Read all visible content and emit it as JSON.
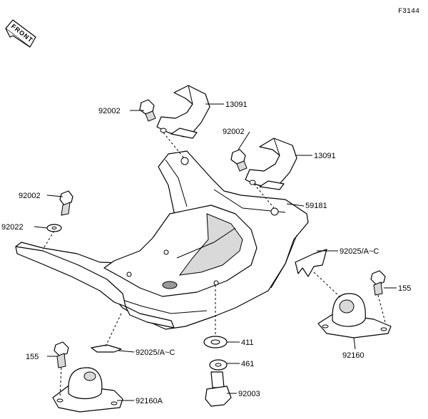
{
  "figure_code": "F3144",
  "front_label": "FRONT",
  "colors": {
    "ink": "#000000",
    "paper": "#ffffff",
    "shade": "#d9d9d9"
  },
  "parts": [
    {
      "id": "p92002_a",
      "number": "92002"
    },
    {
      "id": "p13091_a",
      "number": "13091"
    },
    {
      "id": "p92002_b",
      "number": "92002"
    },
    {
      "id": "p13091_b",
      "number": "13091"
    },
    {
      "id": "p92002_c",
      "number": "92002"
    },
    {
      "id": "p92022",
      "number": "92022"
    },
    {
      "id": "p59181",
      "number": "59181"
    },
    {
      "id": "p92025_a",
      "number": "92025/A~C"
    },
    {
      "id": "p155_a",
      "number": "155"
    },
    {
      "id": "p92160",
      "number": "92160"
    },
    {
      "id": "p411",
      "number": "411"
    },
    {
      "id": "p92025_b",
      "number": "92025/A~C"
    },
    {
      "id": "p155_b",
      "number": "155"
    },
    {
      "id": "p461",
      "number": "461"
    },
    {
      "id": "p92160A",
      "number": "92160A"
    },
    {
      "id": "p92003",
      "number": "92003"
    }
  ]
}
